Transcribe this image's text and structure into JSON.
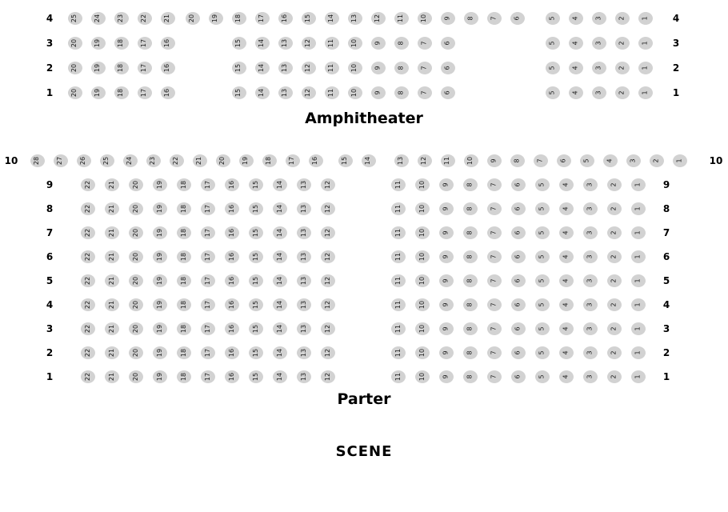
{
  "scene_label": "SCENE",
  "colors": {
    "seat": "#d2d2d2",
    "seat_text": "#1a1a1a",
    "label_text": "#000000"
  },
  "sections": [
    {
      "id": "amphitheater",
      "label": "Amphitheater",
      "rows": [
        {
          "label": "4",
          "kind": "a4",
          "blocks": [
            [
              25,
              24,
              23,
              22,
              21
            ],
            [
              20,
              19,
              18,
              17,
              16,
              15,
              14,
              13,
              12,
              11,
              10,
              9,
              8,
              7,
              6
            ],
            [
              5,
              4,
              3,
              2,
              1
            ]
          ]
        },
        {
          "label": "3",
          "kind": "astd",
          "blocks": [
            [
              20,
              19,
              18,
              17,
              16
            ],
            [
              15,
              14,
              13,
              12,
              11,
              10,
              9,
              8,
              7,
              6
            ],
            [
              5,
              4,
              3,
              2,
              1
            ]
          ]
        },
        {
          "label": "2",
          "kind": "astd",
          "blocks": [
            [
              20,
              19,
              18,
              17,
              16
            ],
            [
              15,
              14,
              13,
              12,
              11,
              10,
              9,
              8,
              7,
              6
            ],
            [
              5,
              4,
              3,
              2,
              1
            ]
          ]
        },
        {
          "label": "1",
          "kind": "astd",
          "blocks": [
            [
              20,
              19,
              18,
              17,
              16
            ],
            [
              15,
              14,
              13,
              12,
              11,
              10,
              9,
              8,
              7,
              6
            ],
            [
              5,
              4,
              3,
              2,
              1
            ]
          ]
        }
      ]
    },
    {
      "id": "parter",
      "label": "Parter",
      "rows": [
        {
          "label": "10",
          "kind": "p10",
          "blocks": [
            [
              28,
              27,
              26,
              25,
              24,
              23,
              22,
              21,
              20,
              19,
              18,
              17,
              16
            ],
            [
              15,
              14
            ],
            [
              13,
              12,
              11,
              10,
              9,
              8,
              7,
              6,
              5,
              4,
              3,
              2,
              1
            ]
          ]
        },
        {
          "label": "9",
          "kind": "pstd",
          "blocks": [
            [
              22,
              21,
              20,
              19,
              18,
              17,
              16,
              15,
              14,
              13,
              12
            ],
            [
              11,
              10,
              9,
              8,
              7,
              6,
              5,
              4,
              3,
              2,
              1
            ]
          ]
        },
        {
          "label": "8",
          "kind": "pstd",
          "blocks": [
            [
              22,
              21,
              20,
              19,
              18,
              17,
              16,
              15,
              14,
              13,
              12
            ],
            [
              11,
              10,
              9,
              8,
              7,
              6,
              5,
              4,
              3,
              2,
              1
            ]
          ]
        },
        {
          "label": "7",
          "kind": "pstd",
          "blocks": [
            [
              22,
              21,
              20,
              19,
              18,
              17,
              16,
              15,
              14,
              13,
              12
            ],
            [
              11,
              10,
              9,
              8,
              7,
              6,
              5,
              4,
              3,
              2,
              1
            ]
          ]
        },
        {
          "label": "6",
          "kind": "pstd",
          "blocks": [
            [
              22,
              21,
              20,
              19,
              18,
              17,
              16,
              15,
              14,
              13,
              12
            ],
            [
              11,
              10,
              9,
              8,
              7,
              6,
              5,
              4,
              3,
              2,
              1
            ]
          ]
        },
        {
          "label": "5",
          "kind": "pstd",
          "blocks": [
            [
              22,
              21,
              20,
              19,
              18,
              17,
              16,
              15,
              14,
              13,
              12
            ],
            [
              11,
              10,
              9,
              8,
              7,
              6,
              5,
              4,
              3,
              2,
              1
            ]
          ]
        },
        {
          "label": "4",
          "kind": "pstd",
          "blocks": [
            [
              22,
              21,
              20,
              19,
              18,
              17,
              16,
              15,
              14,
              13,
              12
            ],
            [
              11,
              10,
              9,
              8,
              7,
              6,
              5,
              4,
              3,
              2,
              1
            ]
          ]
        },
        {
          "label": "3",
          "kind": "pstd",
          "blocks": [
            [
              22,
              21,
              20,
              19,
              18,
              17,
              16,
              15,
              14,
              13,
              12
            ],
            [
              11,
              10,
              9,
              8,
              7,
              6,
              5,
              4,
              3,
              2,
              1
            ]
          ]
        },
        {
          "label": "2",
          "kind": "pstd",
          "blocks": [
            [
              22,
              21,
              20,
              19,
              18,
              17,
              16,
              15,
              14,
              13,
              12
            ],
            [
              11,
              10,
              9,
              8,
              7,
              6,
              5,
              4,
              3,
              2,
              1
            ]
          ]
        },
        {
          "label": "1",
          "kind": "pstd",
          "blocks": [
            [
              22,
              21,
              20,
              19,
              18,
              17,
              16,
              15,
              14,
              13,
              12
            ],
            [
              11,
              10,
              9,
              8,
              7,
              6,
              5,
              4,
              3,
              2,
              1
            ]
          ]
        }
      ]
    }
  ]
}
